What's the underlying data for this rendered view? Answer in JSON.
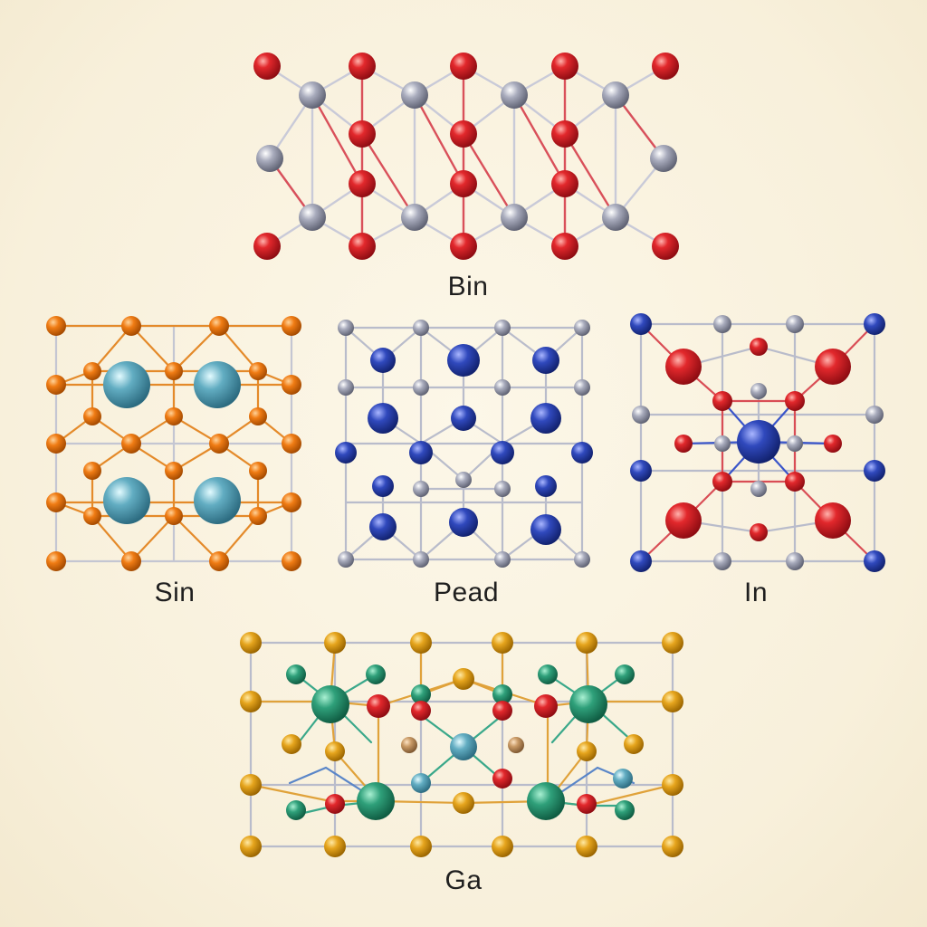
{
  "captions": {
    "bin": "Bin",
    "sin": "Sin",
    "pead": "Pead",
    "in": "In",
    "ga": "Ga"
  },
  "colors": {
    "background": "#faf3e0",
    "red_atom": "#d8232a",
    "gray_atom": "#9da1b3",
    "orange_atom": "#ef7a12",
    "teal_atom": "#5aa3b8",
    "blue_atom": "#2f47b8",
    "gold_atom": "#e3a21a",
    "green_atom": "#2f9f77"
  }
}
